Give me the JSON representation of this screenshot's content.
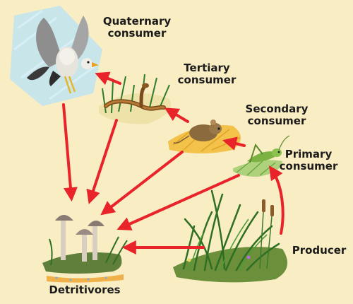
{
  "levels": {
    "quaternary": {
      "line1": "Quaternary",
      "line2": "consumer"
    },
    "tertiary": {
      "line1": "Tertiary",
      "line2": "consumer"
    },
    "secondary": {
      "line1": "Secondary",
      "line2": "consumer"
    },
    "primary": {
      "line1": "Primary",
      "line2": "consumer"
    },
    "producer": {
      "line1": "Producer"
    },
    "detritivores": {
      "line1": "Detritivores"
    }
  },
  "organisms": {
    "quaternary": "bird-of-prey-icon",
    "tertiary": "snake-icon",
    "secondary": "mouse-icon",
    "primary": "grasshopper-icon",
    "producer": "grass-plant-icon",
    "detritivores": "mushroom-icon"
  },
  "colors": {
    "background": "#f9edc4",
    "arrow": "#e8232a",
    "text": "#1b1b1b"
  }
}
